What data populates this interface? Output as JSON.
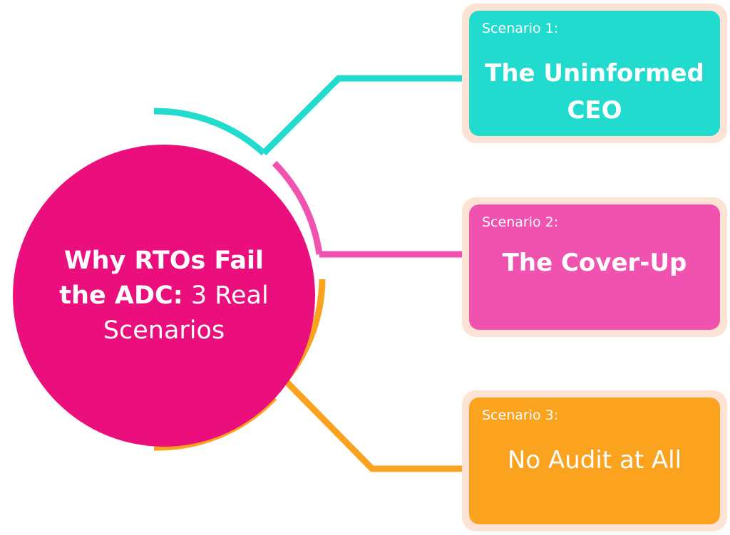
{
  "hub": {
    "title_bold": "Why RTOs Fail the ADC:",
    "title_light": "3 Real Scenarios"
  },
  "scenarios": [
    {
      "kicker": "Scenario 1:",
      "title": "The Uninformed CEO",
      "color": "#22DBCF"
    },
    {
      "kicker": "Scenario 2:",
      "title": "The Cover-Up",
      "color": "#F052B0"
    },
    {
      "kicker": "Scenario 3:",
      "title": "No Audit at All",
      "color": "#FBA21F"
    }
  ],
  "colors": {
    "hub": "#EA0F7D",
    "card_frame": "#FDE3D3"
  }
}
